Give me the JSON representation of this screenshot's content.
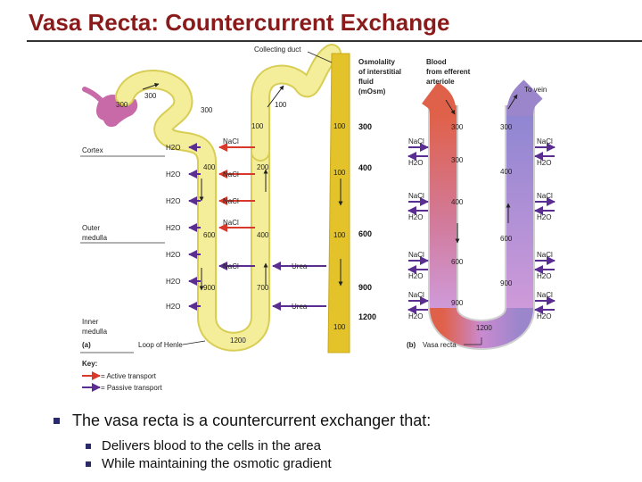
{
  "title": "Vasa Recta: Countercurrent Exchange",
  "panel_a": {
    "collecting_duct": "Collecting duct",
    "osmolality_label": [
      "Osmolality",
      "of interstitial",
      "fluid",
      "(mOsm)"
    ],
    "cortex": "Cortex",
    "outer_medulla": [
      "Outer",
      "medulla"
    ],
    "inner_medulla": [
      "Inner",
      "medulla"
    ],
    "panel_letter": "(a)",
    "loop_of_henle": "Loop of Henle",
    "tubule_values": {
      "glom": "300",
      "pct": "300",
      "dct": "100",
      "desc_top": "300",
      "asc_top": "100",
      "desc_400": "400",
      "asc_200": "200",
      "desc_600": "600",
      "asc_400": "400",
      "desc_900": "900",
      "asc_700": "700",
      "bottom": "1200",
      "duct_100a": "100",
      "duct_100b": "100",
      "duct_100c": "100",
      "duct_100d": "100"
    },
    "interstitial_values": [
      "300",
      "400",
      "600",
      "900",
      "1200"
    ],
    "transport_labels": {
      "h2o": "H2O",
      "nacl": "NaCl",
      "urea": "Urea"
    }
  },
  "panel_b": {
    "blood_label": [
      "Blood",
      "from efferent",
      "arteriole"
    ],
    "to_vein": "To vein",
    "panel_letter": "(b)",
    "vasa_recta": "Vasa recta",
    "values": {
      "desc_top": "300",
      "asc_top": "300",
      "desc_2": "300",
      "asc_2": "400",
      "desc_3": "400",
      "asc_3": "600",
      "desc_4": "600",
      "asc_4": "900",
      "desc_5": "900",
      "bottom": "1200"
    }
  },
  "key": {
    "title": "Key:",
    "active": "= Active transport",
    "passive": "= Passive transport",
    "active_color": "#d8392b",
    "passive_color": "#5a2d91"
  },
  "bullets": {
    "main": "The vasa recta is a countercurrent exchanger that:",
    "sub": [
      "Delivers blood to the cells in the area",
      "While maintaining the osmotic gradient"
    ]
  },
  "colors": {
    "title": "#8b1a1a",
    "tubule": "#f4ee9a",
    "tubule_outline": "#d8cd55",
    "duct": "#e3c22a",
    "glomerulus": "#c86aa8",
    "vasa_red": "#e0614a",
    "vasa_purple": "#9b86cc"
  }
}
